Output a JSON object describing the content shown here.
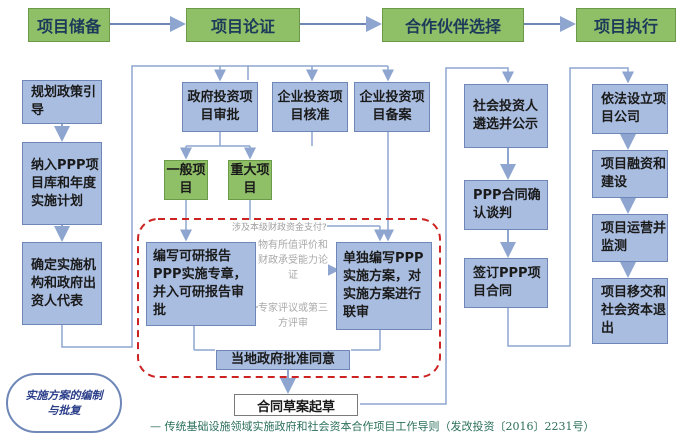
{
  "stages": [
    "项目储备",
    "项目论证",
    "合作伙伴选择",
    "项目执行"
  ],
  "reserve": [
    "规划政策引导",
    "纳入PPP项目库和年度实施计划",
    "确定实施机构和政府出资人代表"
  ],
  "demonstration": {
    "approve": "政府投资项目审批",
    "verify": "企业投资项目核准",
    "record": "企业投资项目备案",
    "general": "一般项目",
    "major": "重大项目",
    "financial_question": "涉及本级财政资金支付?",
    "compile_in_report": "编写可研报告PPP实施专章，并入可研报告审批",
    "value_evaluation": "物有所值评价和财政承受能力论证",
    "expert_review": "专家评议或第三方评审",
    "compile_separate": "单独编写PPP实施方案，对实施方案进行联审",
    "local_approval": "当地政府批准同意",
    "contract_draft": "合同草案起草"
  },
  "partner": [
    "社会投资人遴选并公示",
    "PPP合同确认谈判",
    "签订PPP项目合同"
  ],
  "execution": [
    "依法设立项目公司",
    "项目融资和建设",
    "项目运营并监测",
    "项目移交和社会资本退出"
  ],
  "cloud_note": "实施方案的编制与批复",
  "footer": "— 传统基础设施领域实施政府和社会资本合作项目工作导则（发改投资〔2016〕2231号）",
  "colors": {
    "stage": "#8fbf67",
    "box": "#a9bde0",
    "dashed": "#cc2222",
    "arrow": "#8ea6cf"
  }
}
